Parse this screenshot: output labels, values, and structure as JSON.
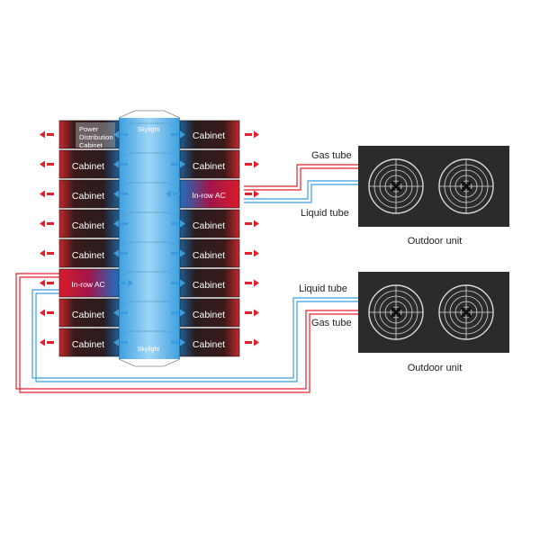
{
  "diagram": {
    "left_column": [
      "Power Distribution Cabinet",
      "Cabinet",
      "Cabinet",
      "Cabinet",
      "Cabinet",
      "In-row AC",
      "Cabinet",
      "Cabinet"
    ],
    "right_column": [
      "Cabinet",
      "Cabinet",
      "In-row AC",
      "Cabinet",
      "Cabinet",
      "Cabinet",
      "Cabinet",
      "Cabinet"
    ],
    "power_lines": [
      "Power",
      "Distribution",
      "Cabinet"
    ],
    "skylight_top": "Skylight",
    "skylight_bottom": "Skylight",
    "outdoor_units": [
      {
        "label": "Outdoor unit",
        "top_tube": "Gas tube",
        "bottom_tube": "Liquid tube"
      },
      {
        "label": "Outdoor unit",
        "top_tube": "Liquid tube",
        "bottom_tube": "Gas tube"
      }
    ]
  },
  "colors": {
    "hot": "#e3202a",
    "cold": "#3a9de0",
    "cabinet": "#2a1616",
    "skylight": "#8fcdf2",
    "unit": "#2b2b2b",
    "fan": "#d8d8d8"
  }
}
